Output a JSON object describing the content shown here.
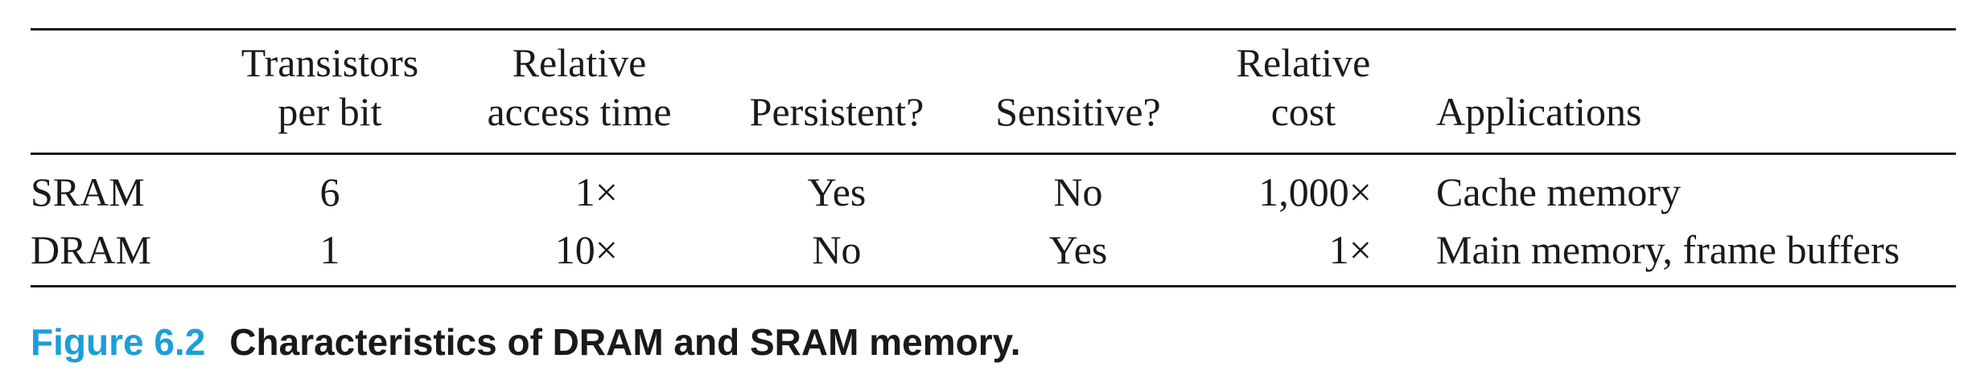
{
  "table": {
    "headers": {
      "transistors_line1": "Transistors",
      "transistors_line2": "per bit",
      "access_line1": "Relative",
      "access_line2": "access time",
      "persistent": "Persistent?",
      "sensitive": "Sensitive?",
      "cost_line1": "Relative",
      "cost_line2": "cost",
      "applications": "Applications"
    },
    "rows": [
      {
        "name": "SRAM",
        "transistors": "6",
        "access": "1×",
        "persistent": "Yes",
        "sensitive": "No",
        "cost": "1,000×",
        "applications": "Cache memory"
      },
      {
        "name": "DRAM",
        "transistors": "1",
        "access": "10×",
        "persistent": "No",
        "sensitive": "Yes",
        "cost": "1×",
        "applications": "Main memory, frame buffers"
      }
    ]
  },
  "caption": {
    "number": "Figure 6.2",
    "text": "Characteristics of DRAM and SRAM memory."
  }
}
